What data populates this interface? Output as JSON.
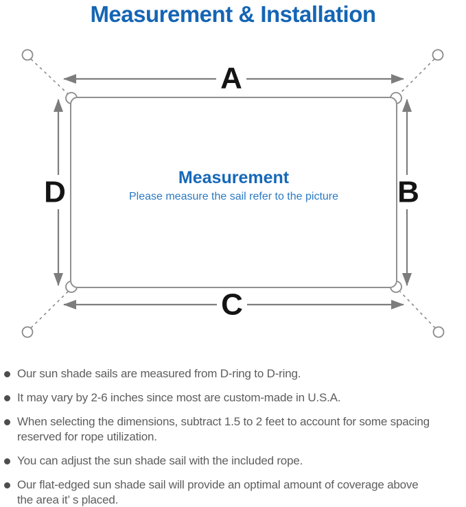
{
  "title": "Measurement & Installation",
  "diagram": {
    "labels": {
      "top": "A",
      "right": "B",
      "bottom": "C",
      "left": "D"
    },
    "center_heading": "Measurement",
    "center_subtext": "Please measure the sail refer to the picture"
  },
  "notes": [
    {
      "text": "Our sun shade sails are measured from D-ring to D-ring."
    },
    {
      "text": "It may vary by 2-6 inches since most are custom-made in U.S.A."
    },
    {
      "text": "When selecting the dimensions, subtract 1.5 to 2 feet to account for some spacing\nreserved for rope utilization."
    },
    {
      "text": "You can adjust the sun shade sail with the included rope."
    },
    {
      "text": "Our flat-edged sun shade sail will provide an optimal amount of coverage above\nthe area it’ s placed."
    }
  ],
  "colors": {
    "title_blue": "#1565b4",
    "center_heading_blue": "#1668b8",
    "center_subtext_blue": "#2b79c2",
    "line_gray": "#7d7d7d",
    "outline_gray": "#8a8a8a",
    "note_text_gray": "#5d5d5d",
    "label_black": "#141414"
  }
}
